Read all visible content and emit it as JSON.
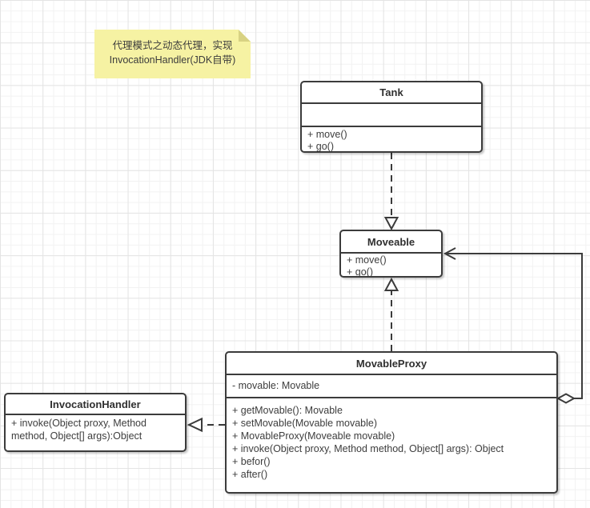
{
  "note": {
    "line1": "代理模式之动态代理，实现",
    "line2": "InvocationHandler(JDK自带)"
  },
  "classes": {
    "tank": {
      "name": "Tank",
      "attributes": [],
      "methods": [
        "+ move()",
        "+ go()"
      ]
    },
    "moveable": {
      "name": "Moveable",
      "methods": [
        "+ move()",
        "+ go()"
      ]
    },
    "movable_proxy": {
      "name": "MovableProxy",
      "attributes": [
        "- movable: Movable"
      ],
      "methods": [
        "+ getMovable(): Movable",
        "+ setMovable(Movable movable)",
        "+ MovableProxy(Moveable movable)",
        "+ invoke(Object proxy, Method method, Object[] args): Object",
        "+ befor()",
        "+ after()"
      ]
    },
    "invocation_handler": {
      "name": "InvocationHandler",
      "methods": [
        "+ invoke(Object proxy, Method method, Object[] args):Object"
      ]
    }
  },
  "relationships": [
    {
      "from": "Tank",
      "to": "Moveable",
      "type": "realization",
      "line": "dashed",
      "head": "hollow-triangle"
    },
    {
      "from": "MovableProxy",
      "to": "Moveable",
      "type": "realization",
      "line": "dashed",
      "head": "hollow-triangle"
    },
    {
      "from": "MovableProxy",
      "to": "InvocationHandler",
      "type": "realization",
      "line": "dashed",
      "head": "hollow-triangle"
    },
    {
      "from": "MovableProxy",
      "to": "Moveable",
      "type": "aggregation",
      "line": "solid",
      "head": "open-arrow",
      "tail": "hollow-diamond"
    }
  ],
  "colors": {
    "canvas_bg": "#ffffff",
    "grid_minor": "#f2f2f2",
    "grid_major": "#e4e4e4",
    "line": "#3b3b3b",
    "text": "#3d3d3d",
    "box_bg": "#ffffff",
    "note_bg": "#f6f2a3",
    "note_fold": "#d8d283"
  }
}
